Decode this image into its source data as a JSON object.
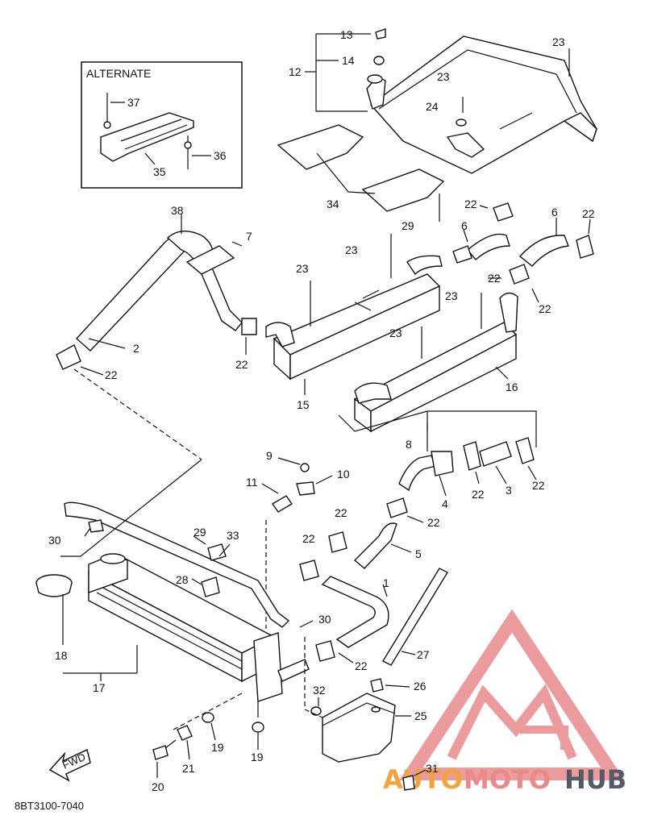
{
  "alternate_box": {
    "title": "ALTERNATE"
  },
  "labels": {
    "p1": "1",
    "p2": "2",
    "p3": "3",
    "p4": "4",
    "p5": "5",
    "p6a": "6",
    "p6b": "6",
    "p7": "7",
    "p8": "8",
    "p9": "9",
    "p10": "10",
    "p11": "11",
    "p12": "12",
    "p13": "13",
    "p14": "14",
    "p15": "15",
    "p16": "16",
    "p17": "17",
    "p18": "18",
    "p19a": "19",
    "p19b": "19",
    "p20": "20",
    "p21": "21",
    "p22a": "22",
    "p22b": "22",
    "p22c": "22",
    "p22d": "22",
    "p22e": "22",
    "p22f": "22",
    "p22g": "22",
    "p22h": "22",
    "p22i": "22",
    "p22j": "22",
    "p22k": "22",
    "p22l": "22",
    "p23a": "23",
    "p23b": "23",
    "p23c": "23",
    "p23d": "23",
    "p23e": "23",
    "p23f": "23",
    "p24": "24",
    "p25": "25",
    "p26": "26",
    "p27": "27",
    "p28": "28",
    "p29a": "29",
    "p29b": "29",
    "p30a": "30",
    "p30b": "30",
    "p31": "31",
    "p32": "32",
    "p33": "33",
    "p34": "34",
    "p35": "35",
    "p36": "36",
    "p37": "37",
    "p38": "38"
  },
  "fwd_label": "FWD",
  "diagram_code": "8BT3100-7040",
  "watermark": {
    "part1": "AUTO",
    "part2": "MOTO",
    "part3": "HUB"
  },
  "colors": {
    "line": "#111111",
    "watermark_red": "#e88a8a",
    "watermark_orange": "#f2a43a",
    "watermark_gray": "#555b66"
  }
}
